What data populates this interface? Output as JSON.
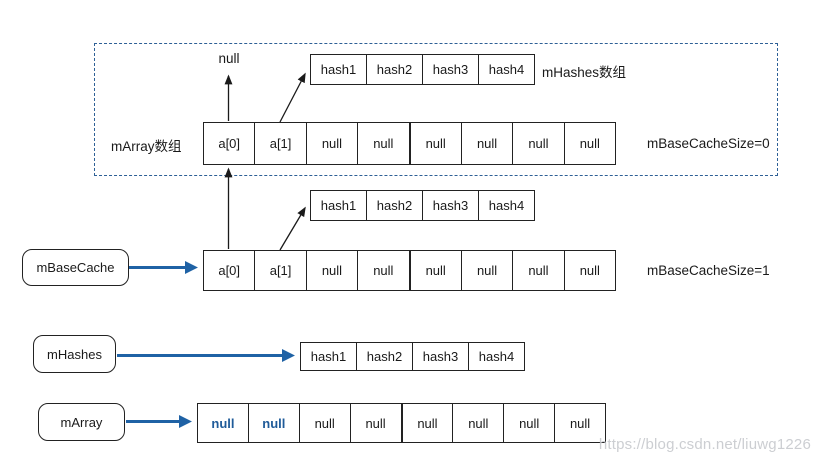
{
  "colors": {
    "arrow_blue": "#1f62a5",
    "dashed_border_blue": "#2e6096",
    "highlight_null_blue": "#1f5b99",
    "line_black": "#1a1a1a"
  },
  "top": {
    "null_pointer_label": "null",
    "hash_cells": [
      "hash1",
      "hash2",
      "hash3",
      "hash4"
    ],
    "hash_label": "mHashes数组",
    "array_label": "mArray数组",
    "array_cells": [
      "a[0]",
      "a[1]",
      "null",
      "null",
      "null",
      "null",
      "null",
      "null"
    ],
    "size_label": "mBaseCacheSize=0"
  },
  "middle": {
    "pointer_label": "mBaseCache",
    "hash_cells": [
      "hash1",
      "hash2",
      "hash3",
      "hash4"
    ],
    "array_cells": [
      "a[0]",
      "a[1]",
      "null",
      "null",
      "null",
      "null",
      "null",
      "null"
    ],
    "size_label": "mBaseCacheSize=1"
  },
  "hashes_row": {
    "pointer_label": "mHashes",
    "hash_cells": [
      "hash1",
      "hash2",
      "hash3",
      "hash4"
    ]
  },
  "array_row": {
    "pointer_label": "mArray",
    "array_cells": [
      "null",
      "null",
      "null",
      "null",
      "null",
      "null",
      "null",
      "null"
    ],
    "highlighted_indices": [
      0,
      1
    ]
  },
  "watermark": "https://blog.csdn.net/liuwg1226"
}
